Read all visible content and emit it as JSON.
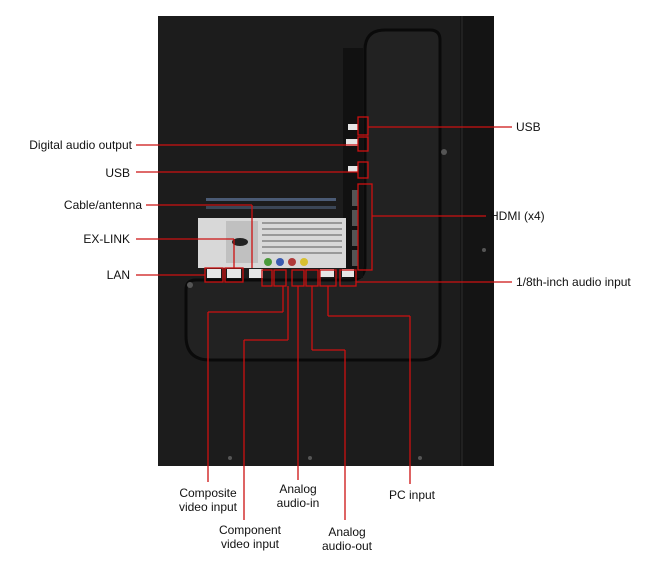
{
  "colors": {
    "panel": "#1c1c1c",
    "panel_edge": "#0a0a0a",
    "callout": "#cc1111",
    "sticker": "#d8d8d8"
  },
  "labels": {
    "usb_top": "USB",
    "digital_audio_output": "Digital audio output",
    "usb_left": "USB",
    "cable_antenna": "Cable/antenna",
    "hdmi": "HDMI (x4)",
    "ex_link": "EX-LINK",
    "lan": "LAN",
    "audio_input_18": "1/8th-inch audio input",
    "composite_1": "Composite",
    "composite_2": "video input",
    "analog_in_1": "Analog",
    "analog_in_2": "audio-in",
    "pc_input": "PC input",
    "component_1": "Component",
    "component_2": "video input",
    "analog_out_1": "Analog",
    "analog_out_2": "audio-out"
  }
}
